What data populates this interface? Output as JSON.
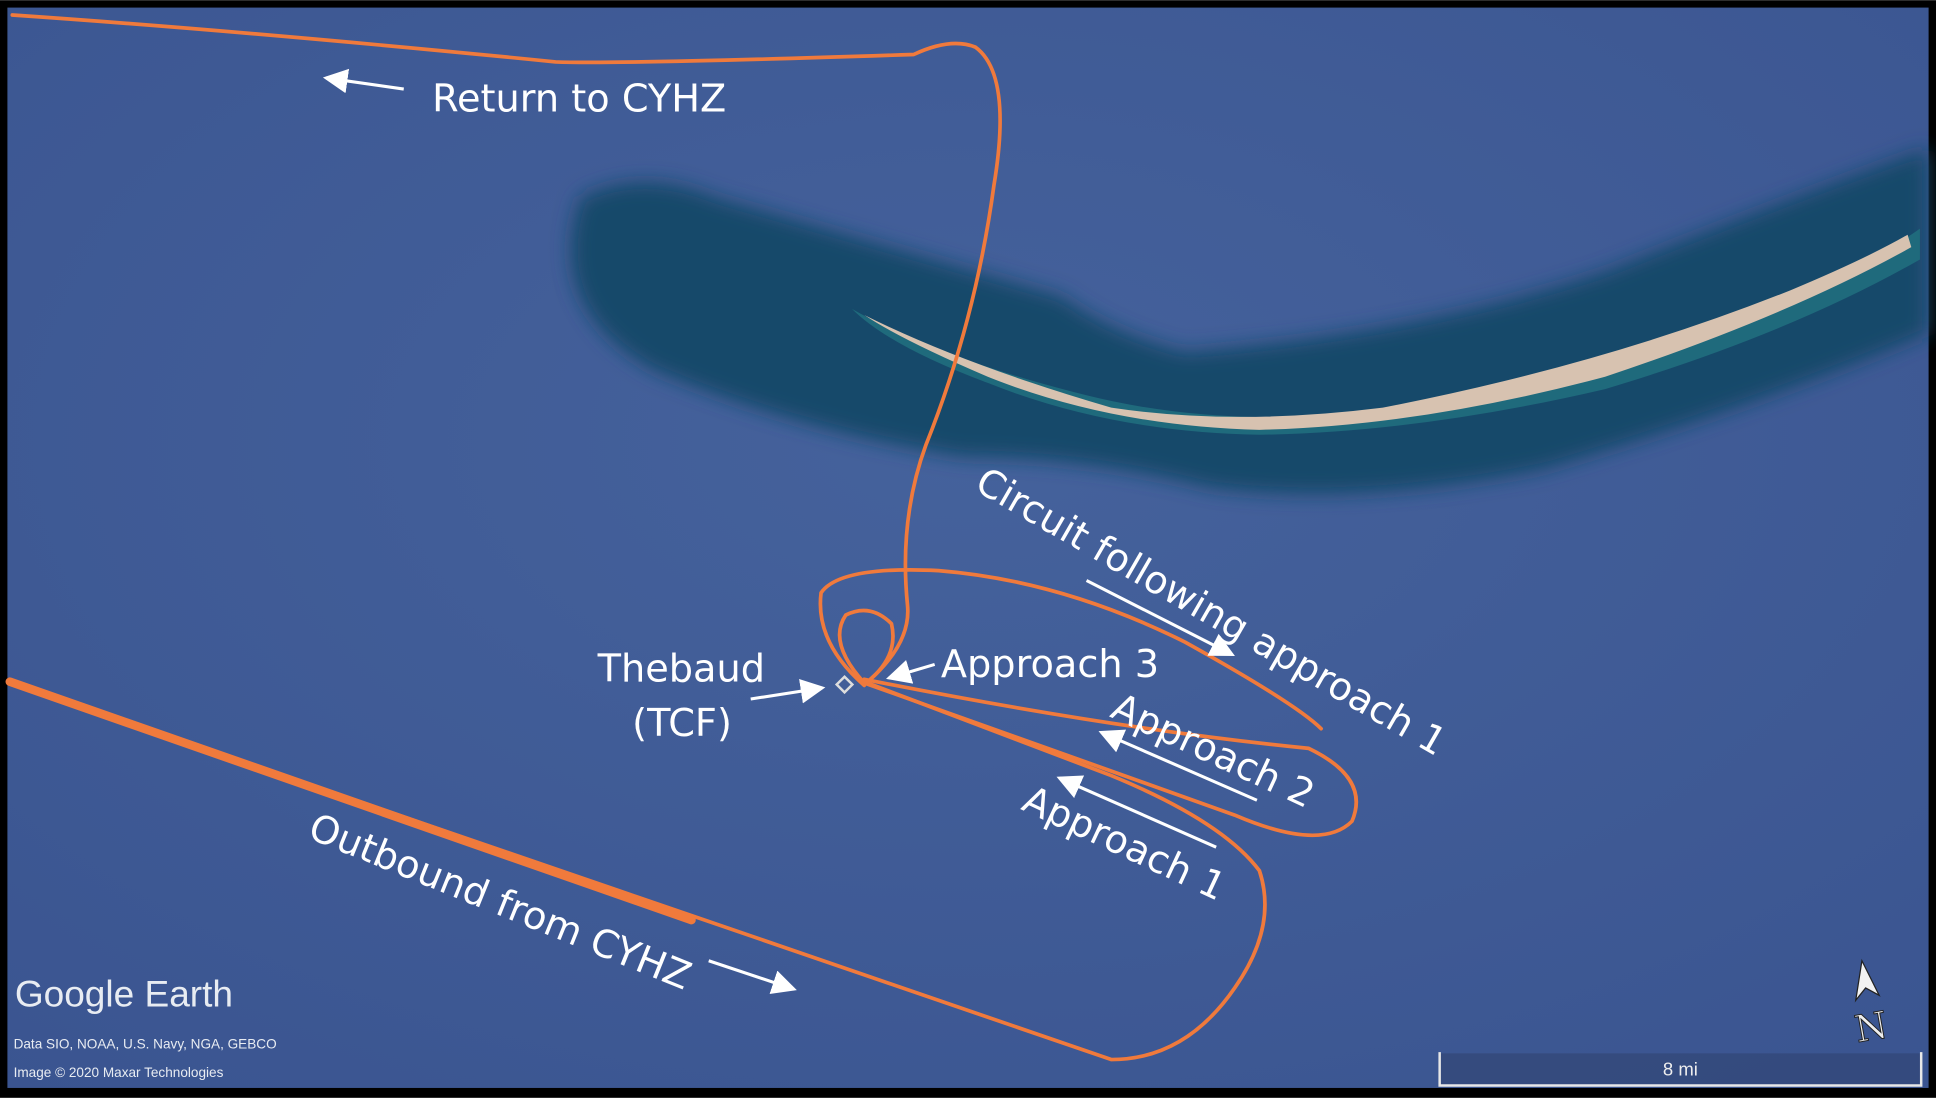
{
  "map": {
    "labels": {
      "return": "Return to CYHZ",
      "circuit": "Circuit following approach 1",
      "thebaud_line1": "Thebaud",
      "thebaud_line2": "(TCF)",
      "approach3": "Approach 3",
      "approach2": "Approach 2",
      "approach1": "Approach 1",
      "outbound": "Outbound from CYHZ"
    },
    "branding": "Google Earth",
    "attribution_data": "Data SIO, NOAA, U.S. Navy, NGA, GEBCO",
    "attribution_image": "Image © 2020 Maxar Technologies",
    "scale_label": "8 mi",
    "compass_label": "N",
    "colors": {
      "water": "#3f5a95",
      "track": "#f07a3c",
      "shoal": "#164a6a"
    }
  }
}
